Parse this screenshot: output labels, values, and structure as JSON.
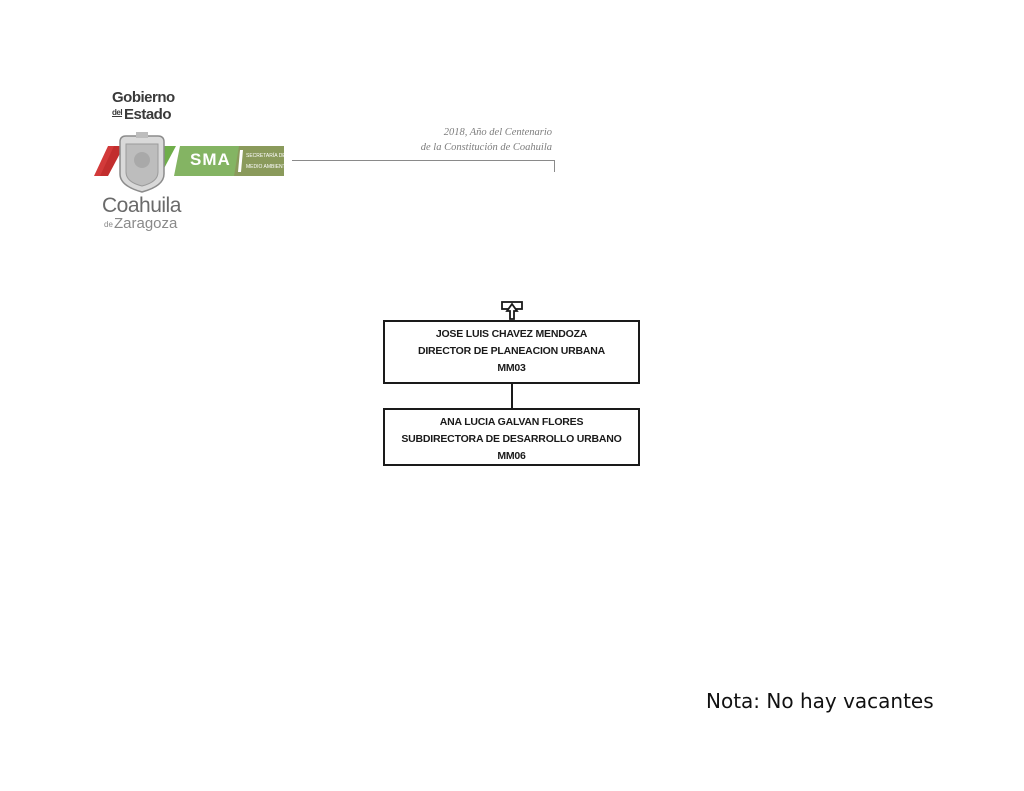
{
  "header": {
    "logo_gobierno_line1": "Gobierno",
    "logo_gobierno_del": "del",
    "logo_gobierno_line2": "Estado",
    "logo_sma": "SMA",
    "logo_secretaria_line1": "SECRETARÍA DE",
    "logo_secretaria_line2": "MEDIO AMBIENTE",
    "logo_coahuila": "Coahuila",
    "logo_de": "de",
    "logo_zaragoza": "Zaragoza",
    "motto_line1": "2018, Año del Centenario",
    "motto_line2": "de la Constitución de Coahuila"
  },
  "org_chart": {
    "nodes": [
      {
        "name": "JOSE LUIS CHAVEZ MENDOZA",
        "title": "DIRECTOR DE PLANEACION URBANA",
        "code": "MM03"
      },
      {
        "name": "ANA LUCIA GALVAN FLORES",
        "title": "SUBDIRECTORA DE DESARROLLO URBANO",
        "code": "MM06"
      }
    ]
  },
  "footer": {
    "note": "Nota: No hay vacantes"
  },
  "colors": {
    "red": "#d23a3a",
    "green": "#7fae55",
    "olive": "#8a9a5b",
    "gray": "#8a8a8a"
  }
}
